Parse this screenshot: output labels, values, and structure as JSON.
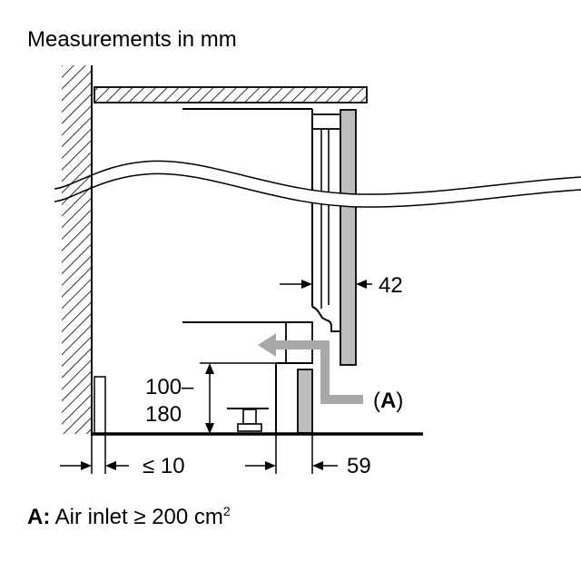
{
  "diagram": {
    "title": "Measurements in mm",
    "dimensions": {
      "panel_gap": "42",
      "plinth_height_line1": "100–",
      "plinth_height_line2": "180",
      "wall_gap": "≤ 10",
      "plinth_depth": "59"
    },
    "callout": {
      "open_paren": "(",
      "letter": "A",
      "close_paren": ")"
    },
    "legend": {
      "key": "A:",
      "text": "Air inlet ≥ 200 cm",
      "superscript": "2"
    },
    "colors": {
      "panel_fill": "#bdbdbd",
      "airflow_arrow": "#a8a8a8",
      "line": "#000000"
    }
  }
}
